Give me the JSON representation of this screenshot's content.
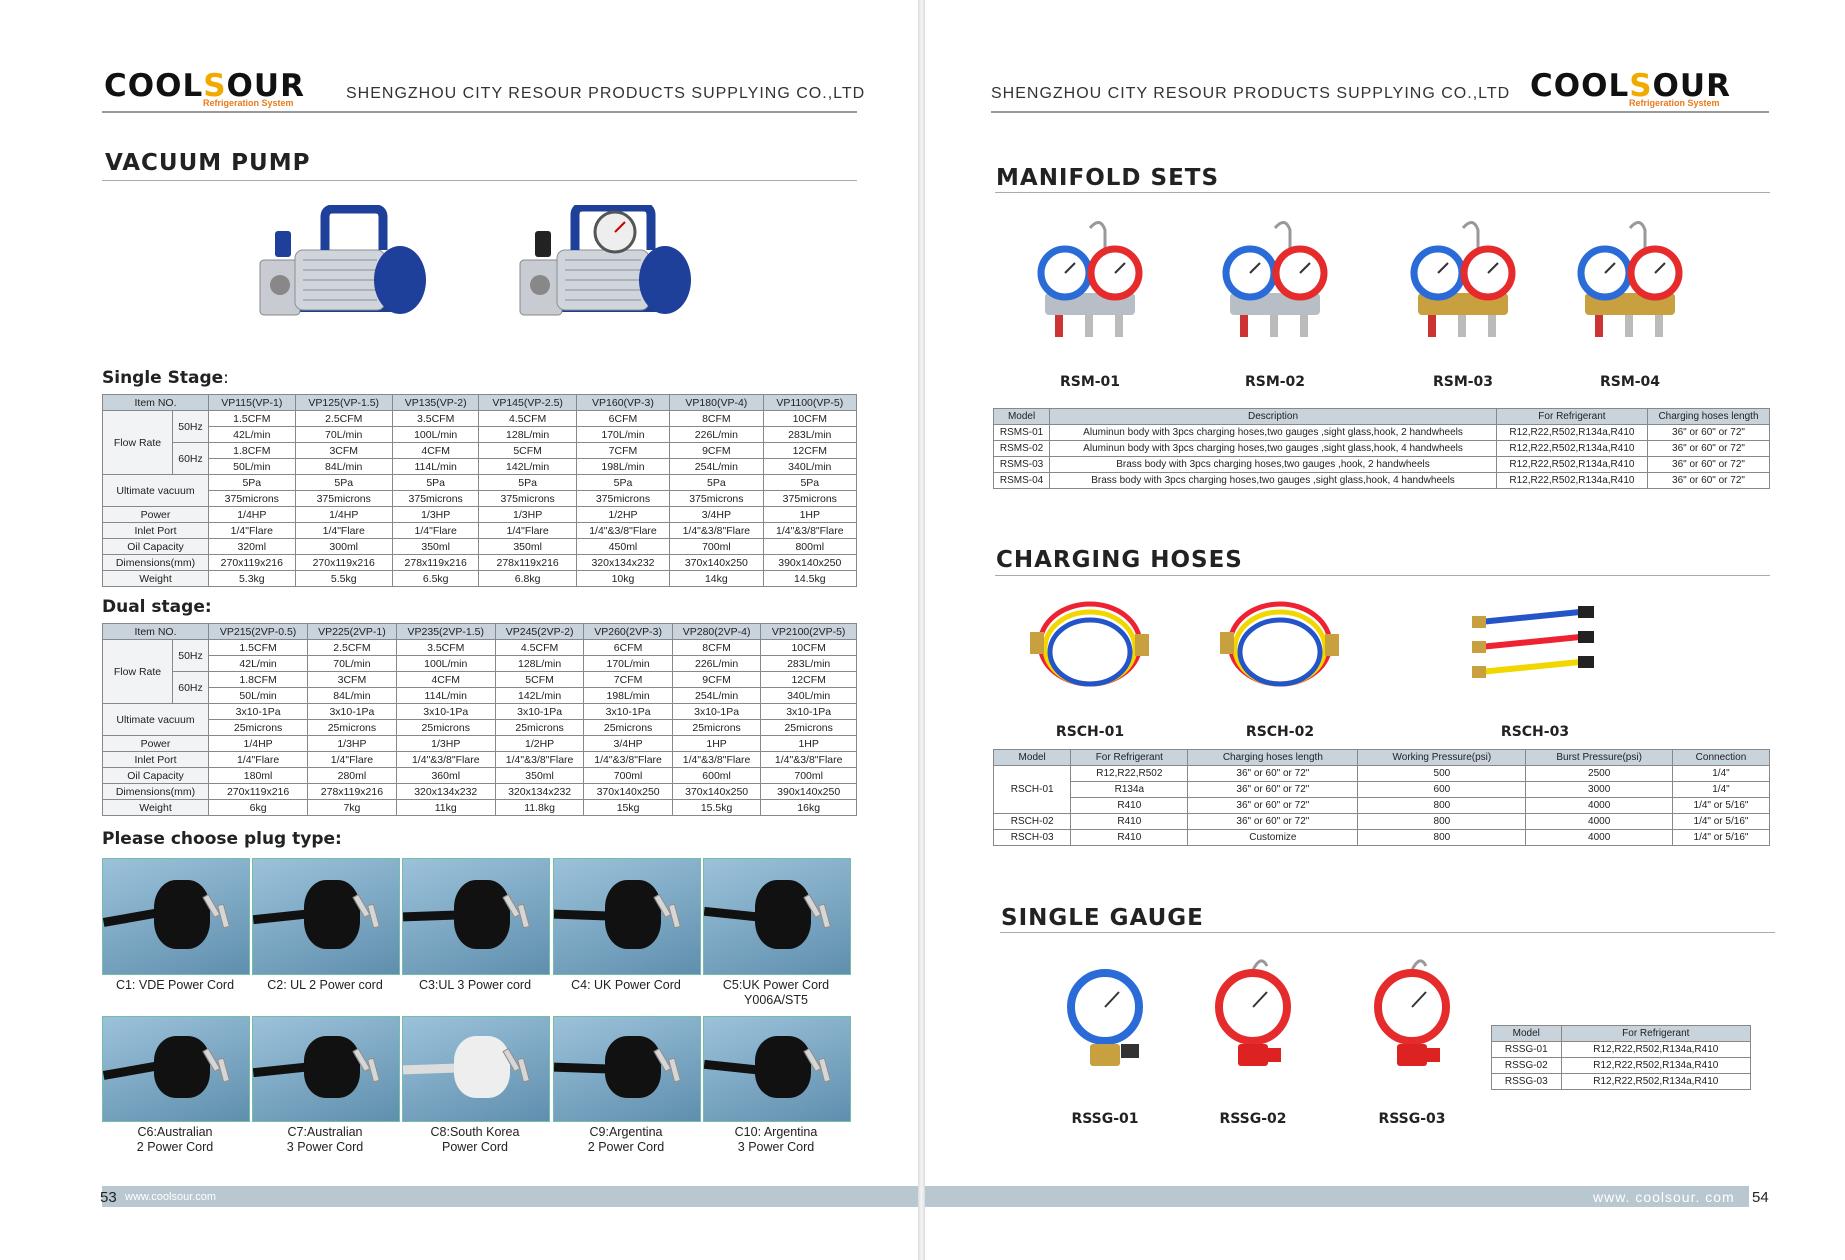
{
  "brand": {
    "name_a": "COOL",
    "name_b": "S",
    "name_c": "OUR",
    "tagline": "Refrigeration System",
    "company": "SHENGZHOU CITY RESOUR PRODUCTS SUPPLYING CO.,LTD"
  },
  "left": {
    "section_title": "VACUUM PUMP",
    "single_title": "Single Stage",
    "single_colon": ":",
    "dual_title": "Dual stage:",
    "plug_title": "Please choose plug type:",
    "labels": {
      "item_no": "Item NO.",
      "flow_rate": "Flow Rate",
      "hz50": "50Hz",
      "hz60": "60Hz",
      "ultimate": "Ultimate vacuum",
      "power": "Power",
      "inlet": "Inlet Port",
      "oil": "Oil Capacity",
      "dim": "Dimensions(mm)",
      "weight": "Weight"
    },
    "single": {
      "models": [
        "VP115(VP-1)",
        "VP125(VP-1.5)",
        "VP135(VP-2)",
        "VP145(VP-2.5)",
        "VP160(VP-3)",
        "VP180(VP-4)",
        "VP1100(VP-5)"
      ],
      "cfm50": [
        "1.5CFM",
        "2.5CFM",
        "3.5CFM",
        "4.5CFM",
        "6CFM",
        "8CFM",
        "10CFM"
      ],
      "lmin50": [
        "42L/min",
        "70L/min",
        "100L/min",
        "128L/min",
        "170L/min",
        "226L/min",
        "283L/min"
      ],
      "cfm60": [
        "1.8CFM",
        "3CFM",
        "4CFM",
        "5CFM",
        "7CFM",
        "9CFM",
        "12CFM"
      ],
      "lmin60": [
        "50L/min",
        "84L/min",
        "114L/min",
        "142L/min",
        "198L/min",
        "254L/min",
        "340L/min"
      ],
      "vac1": [
        "5Pa",
        "5Pa",
        "5Pa",
        "5Pa",
        "5Pa",
        "5Pa",
        "5Pa"
      ],
      "vac2": [
        "375microns",
        "375microns",
        "375microns",
        "375microns",
        "375microns",
        "375microns",
        "375microns"
      ],
      "power": [
        "1/4HP",
        "1/4HP",
        "1/3HP",
        "1/3HP",
        "1/2HP",
        "3/4HP",
        "1HP"
      ],
      "inlet": [
        "1/4\"Flare",
        "1/4\"Flare",
        "1/4\"Flare",
        "1/4\"Flare",
        "1/4\"&3/8\"Flare",
        "1/4\"&3/8\"Flare",
        "1/4\"&3/8\"Flare"
      ],
      "oil": [
        "320ml",
        "300ml",
        "350ml",
        "350ml",
        "450ml",
        "700ml",
        "800ml"
      ],
      "dim": [
        "270x119x216",
        "270x119x216",
        "278x119x216",
        "278x119x216",
        "320x134x232",
        "370x140x250",
        "390x140x250"
      ],
      "weight": [
        "5.3kg",
        "5.5kg",
        "6.5kg",
        "6.8kg",
        "10kg",
        "14kg",
        "14.5kg"
      ]
    },
    "dual": {
      "models": [
        "VP215(2VP-0.5)",
        "VP225(2VP-1)",
        "VP235(2VP-1.5)",
        "VP245(2VP-2)",
        "VP260(2VP-3)",
        "VP280(2VP-4)",
        "VP2100(2VP-5)"
      ],
      "cfm50": [
        "1.5CFM",
        "2.5CFM",
        "3.5CFM",
        "4.5CFM",
        "6CFM",
        "8CFM",
        "10CFM"
      ],
      "lmin50": [
        "42L/min",
        "70L/min",
        "100L/min",
        "128L/min",
        "170L/min",
        "226L/min",
        "283L/min"
      ],
      "cfm60": [
        "1.8CFM",
        "3CFM",
        "4CFM",
        "5CFM",
        "7CFM",
        "9CFM",
        "12CFM"
      ],
      "lmin60": [
        "50L/min",
        "84L/min",
        "114L/min",
        "142L/min",
        "198L/min",
        "254L/min",
        "340L/min"
      ],
      "vac1": [
        "3x10-1Pa",
        "3x10-1Pa",
        "3x10-1Pa",
        "3x10-1Pa",
        "3x10-1Pa",
        "3x10-1Pa",
        "3x10-1Pa"
      ],
      "vac2": [
        "25microns",
        "25microns",
        "25microns",
        "25microns",
        "25microns",
        "25microns",
        "25microns"
      ],
      "power": [
        "1/4HP",
        "1/3HP",
        "1/3HP",
        "1/2HP",
        "3/4HP",
        "1HP",
        "1HP"
      ],
      "inlet": [
        "1/4\"Flare",
        "1/4\"Flare",
        "1/4\"&3/8\"Flare",
        "1/4\"&3/8\"Flare",
        "1/4\"&3/8\"Flare",
        "1/4\"&3/8\"Flare",
        "1/4\"&3/8\"Flare"
      ],
      "oil": [
        "180ml",
        "280ml",
        "360ml",
        "350ml",
        "700ml",
        "600ml",
        "700ml"
      ],
      "dim": [
        "270x119x216",
        "278x119x216",
        "320x134x232",
        "320x134x232",
        "370x140x250",
        "370x140x250",
        "390x140x250"
      ],
      "weight": [
        "6kg",
        "7kg",
        "11kg",
        "11.8kg",
        "15kg",
        "15.5kg",
        "16kg"
      ]
    },
    "plugs_row1": [
      {
        "l1": "C1: VDE Power Cord",
        "l2": ""
      },
      {
        "l1": "C2: UL 2 Power cord",
        "l2": ""
      },
      {
        "l1": "C3:UL 3 Power cord",
        "l2": ""
      },
      {
        "l1": "C4: UK Power Cord",
        "l2": ""
      },
      {
        "l1": "C5:UK Power Cord",
        "l2": "Y006A/ST5"
      }
    ],
    "plugs_row2": [
      {
        "l1": "C6:Australian",
        "l2": "2 Power Cord"
      },
      {
        "l1": "C7:Australian",
        "l2": "3 Power Cord"
      },
      {
        "l1": "C8:South Korea",
        "l2": "Power Cord"
      },
      {
        "l1": "C9:Argentina",
        "l2": "2 Power Cord"
      },
      {
        "l1": "C10: Argentina",
        "l2": "3 Power Cord"
      }
    ],
    "page_number": "53",
    "footer_url": "www.coolsour.com"
  },
  "right": {
    "manifold_title": "MANIFOLD SETS",
    "manifold_items": [
      "RSM-01",
      "RSM-02",
      "RSM-03",
      "RSM-04"
    ],
    "manifold_headers": [
      "Model",
      "Description",
      "For Refrigerant",
      "Charging hoses length"
    ],
    "manifold_rows": [
      [
        "RSMS-01",
        "Aluminun body with 3pcs charging hoses,two gauges ,sight glass,hook, 2 handwheels",
        "R12,R22,R502,R134a,R410",
        "36\" or 60\" or 72\""
      ],
      [
        "RSMS-02",
        "Aluminun body with 3pcs charging hoses,two gauges ,sight glass,hook, 4 handwheels",
        "R12,R22,R502,R134a,R410",
        "36\" or 60\" or 72\""
      ],
      [
        "RSMS-03",
        "Brass body with 3pcs charging hoses,two gauges ,hook, 2 handwheels",
        "R12,R22,R502,R134a,R410",
        "36\" or 60\" or 72\""
      ],
      [
        "RSMS-04",
        "Brass body with 3pcs charging hoses,two gauges ,sight glass,hook, 4 handwheels",
        "R12,R22,R502,R134a,R410",
        "36\" or 60\" or 72\""
      ]
    ],
    "hoses_title": "CHARGING HOSES",
    "hose_items": [
      "RSCH-01",
      "RSCH-02",
      "RSCH-03"
    ],
    "hose_headers": [
      "Model",
      "For Refrigerant",
      "Charging hoses length",
      "Working Pressure(psi)",
      "Burst Pressure(psi)",
      "Connection"
    ],
    "hose_rows": [
      [
        "R12,R22,R502",
        "36\" or 60\" or 72\"",
        "500",
        "2500",
        "1/4\""
      ],
      [
        "R134a",
        "36\" or 60\" or 72\"",
        "600",
        "3000",
        "1/4\""
      ],
      [
        "R410",
        "36\" or 60\" or 72\"",
        "800",
        "4000",
        "1/4\" or 5/16\""
      ],
      [
        "R410",
        "36\" or 60\" or 72\"",
        "800",
        "4000",
        "1/4\" or 5/16\""
      ],
      [
        "R410",
        "Customize",
        "800",
        "4000",
        "1/4\" or 5/16\""
      ]
    ],
    "hose_models": [
      "RSCH-01",
      "RSCH-02",
      "RSCH-03"
    ],
    "gauge_title": "SINGLE GAUGE",
    "gauge_items": [
      "RSSG-01",
      "RSSG-02",
      "RSSG-03"
    ],
    "gauge_headers": [
      "Model",
      "For Refrigerant"
    ],
    "gauge_rows": [
      [
        "RSSG-01",
        "R12,R22,R502,R134a,R410"
      ],
      [
        "RSSG-02",
        "R12,R22,R502,R134a,R410"
      ],
      [
        "RSSG-03",
        "R12,R22,R502,R134a,R410"
      ]
    ],
    "page_number": "54",
    "footer_url": "www. coolsour. com"
  }
}
